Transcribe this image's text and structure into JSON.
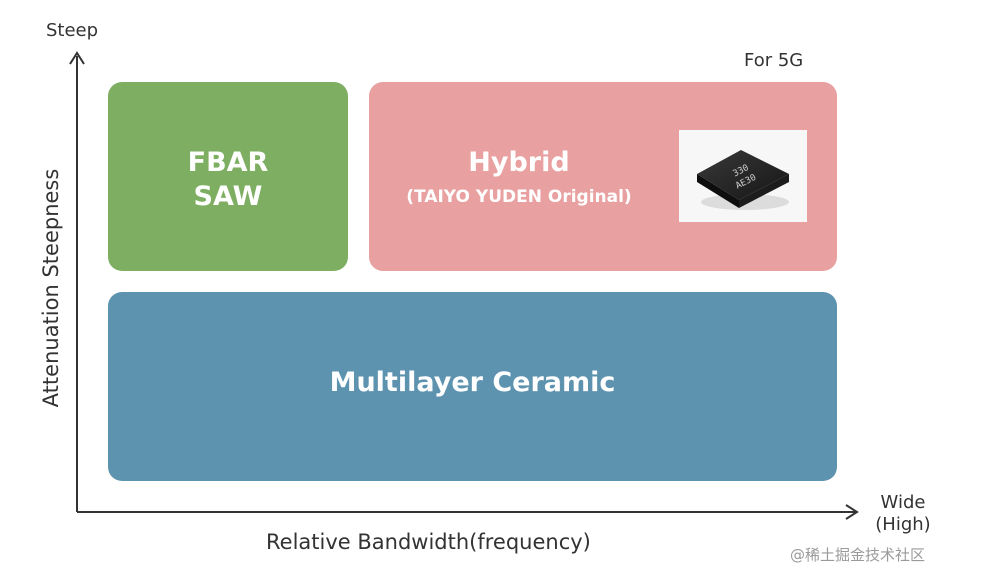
{
  "axes": {
    "y_top_label": "Steep",
    "y_title": "Attenuation Steepness",
    "x_right_label_line1": "Wide",
    "x_right_label_line2": "(High)",
    "x_title": "Relative Bandwidth(frequency)"
  },
  "annotation": {
    "for_5g": "For 5G"
  },
  "boxes": {
    "fbar": {
      "line1": "FBAR",
      "line2": "SAW",
      "color": "#7eae62"
    },
    "hybrid": {
      "title": "Hybrid",
      "subtitle": "(TAIYO YUDEN Original)",
      "color": "#e8a0a0",
      "chip_marking_line1": "330",
      "chip_marking_line2": "AE30"
    },
    "multilayer": {
      "label": "Multilayer Ceramic",
      "color": "#5e93af"
    }
  },
  "watermark": "@稀土掘金技术社区"
}
